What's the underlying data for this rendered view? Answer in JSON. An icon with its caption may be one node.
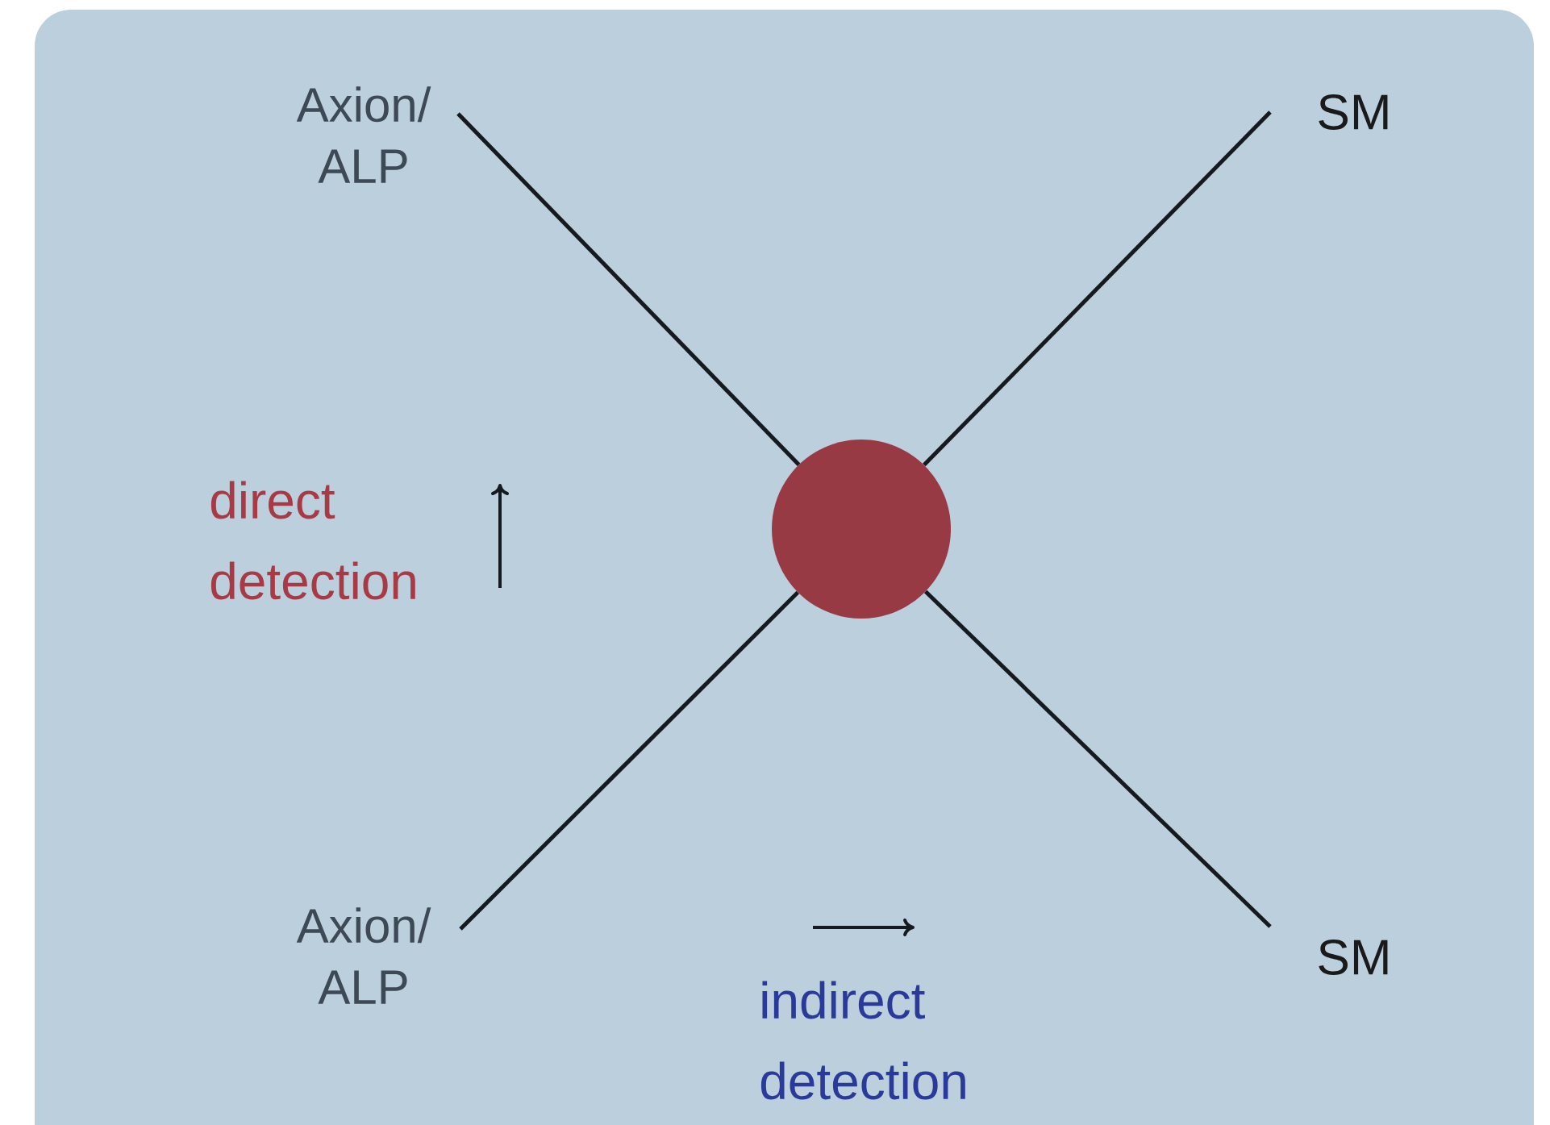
{
  "diagram": {
    "nodes": [
      {
        "text": [
          "Axion/ ALP"
        ]
      },
      {
        "text": [
          "SM"
        ]
      },
      {
        "text": [
          "Axion/ ALP"
        ]
      },
      {
        "text": [
          "SM"
        ]
      },
      {
        "text": [],
        "shape": "circle"
      }
    ],
    "edges": [
      {
        "from": 0,
        "to": 4,
        "arrow": "none"
      },
      {
        "from": 1,
        "to": 4,
        "arrow": "none"
      },
      {
        "from": 2,
        "to": 4,
        "arrow": "none"
      },
      {
        "from": 3,
        "to": 4,
        "arrow": "none"
      }
    ],
    "labels": [
      "direct detection",
      "indirect detection"
    ]
  }
}
